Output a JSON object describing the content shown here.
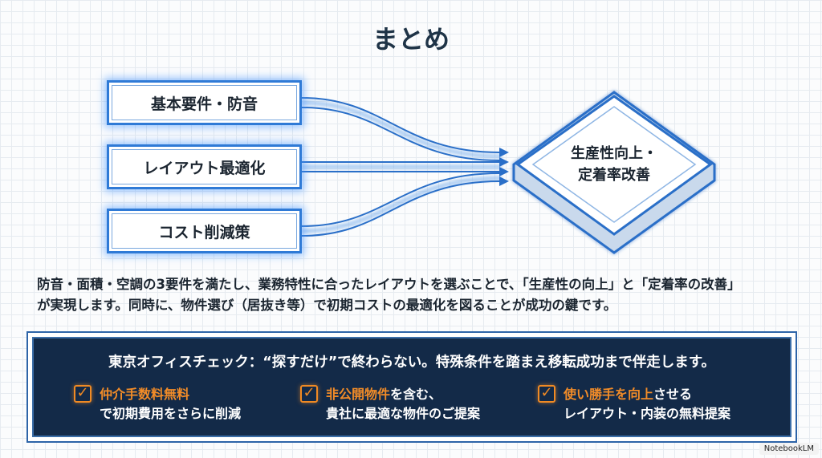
{
  "title": "まとめ",
  "inputs": [
    "基本要件・防音",
    "レイアウト最適化",
    "コスト削減策"
  ],
  "outcome": {
    "line1": "生産性向上・",
    "line2": "定着率改善"
  },
  "summary": {
    "line1": "防音・面積・空調の3要件を満たし、業務特性に合ったレイアウトを選ぶことで、「生産性の向上」と「定着率の改善」",
    "line2": "が実現します。同時に、物件選び（居抜き等）で初期コストの最適化を図ることが成功の鍵です。"
  },
  "panel": {
    "heading": "東京オフィスチェック：“探すだけ”で終わらない。特殊条件を踏まえ移転成功まで伴走します。",
    "items": [
      {
        "highlight": "仲介手数料無料",
        "rest": "",
        "line2": "で初期費用をさらに削減"
      },
      {
        "highlight": "非公開物件",
        "rest": "を含む、",
        "line2": "貴社に最適な物件のご提案"
      },
      {
        "highlight": "使い勝手を向上",
        "rest": "させる",
        "line2": "レイアウト・内装の無料提案"
      }
    ]
  },
  "badge": "NotebookLM",
  "colors": {
    "accent": "#2f7ad6",
    "panel": "#132a48",
    "highlight": "#f28c28"
  }
}
